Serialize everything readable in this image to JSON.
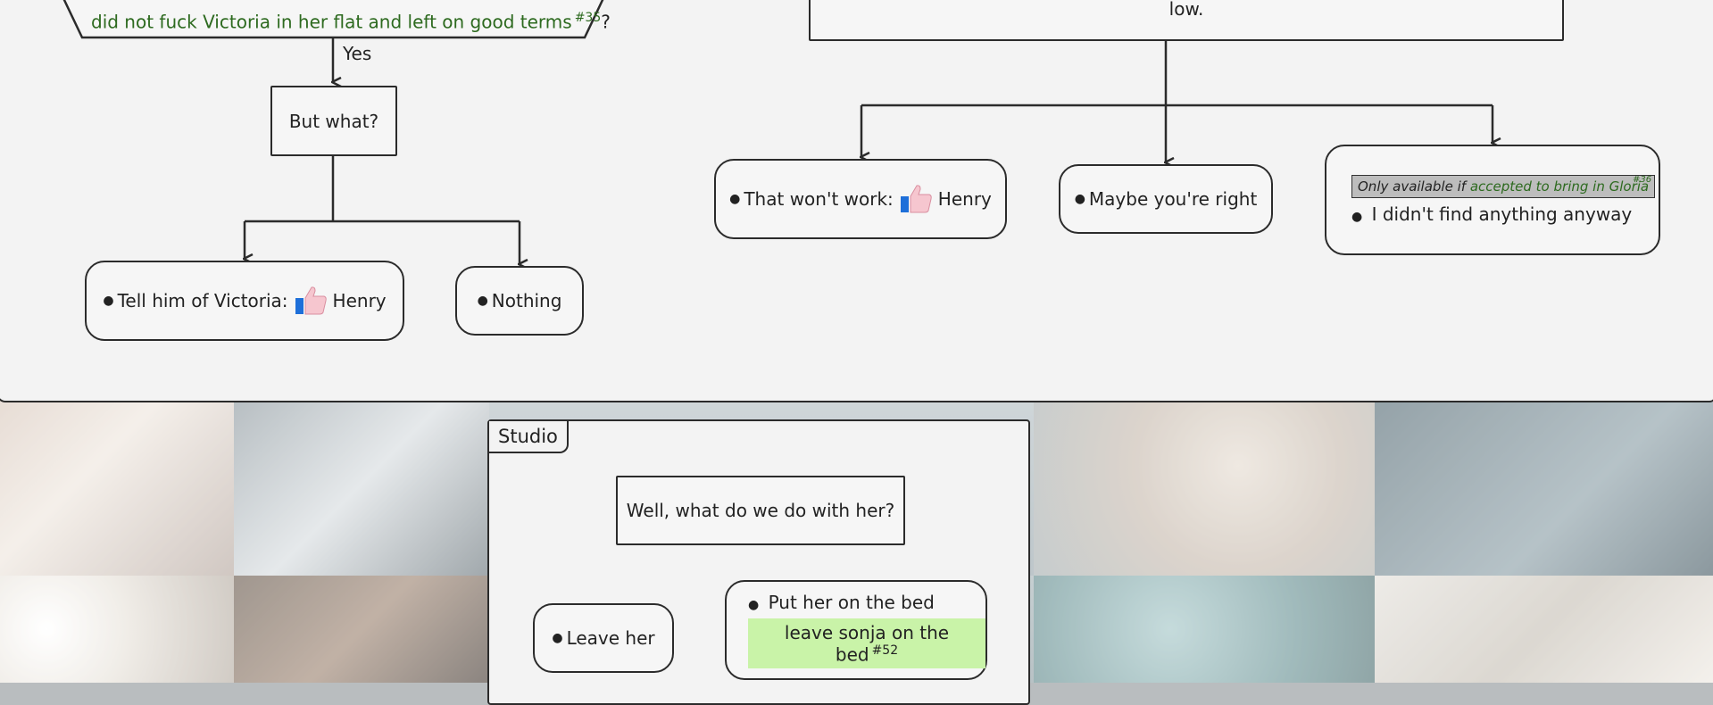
{
  "top_left": {
    "condition_text": "did not fuck Victoria in her flat and left on good terms",
    "condition_ref": "#35",
    "condition_suffix": "?",
    "yes_label": "Yes",
    "node_but_what": "But what?",
    "choice_tell_victoria": "Tell him of Victoria:",
    "choice_tell_victoria_char": "Henry",
    "choice_nothing": "Nothing"
  },
  "top_right": {
    "statement": "Then enlighten me. You vanish last night after we get situated. We should be laying low.",
    "choice_wont_work": "That won't work:",
    "choice_wont_work_char": "Henry",
    "choice_maybe_right": "Maybe you're right",
    "condition_prefix": "Only available if",
    "condition_text": "accepted to bring in Gloria",
    "condition_ref": "#36",
    "choice_didnt_find": "I didn't find anything anyway"
  },
  "studio": {
    "tab_label": "Studio",
    "question": "Well, what do we do with her?",
    "choice_leave": "Leave her",
    "choice_bed": "Put her on the bed",
    "bed_note": "leave sonja on the bed",
    "bed_ref": "#52"
  },
  "icons": {
    "thumbs_up": "thumbs-up-icon"
  },
  "colors": {
    "green_text": "#2d6a1f",
    "highlight": "#c9f3a8",
    "condition_bg": "#bdbdbd",
    "panel_bg": "#f3f3f3"
  }
}
